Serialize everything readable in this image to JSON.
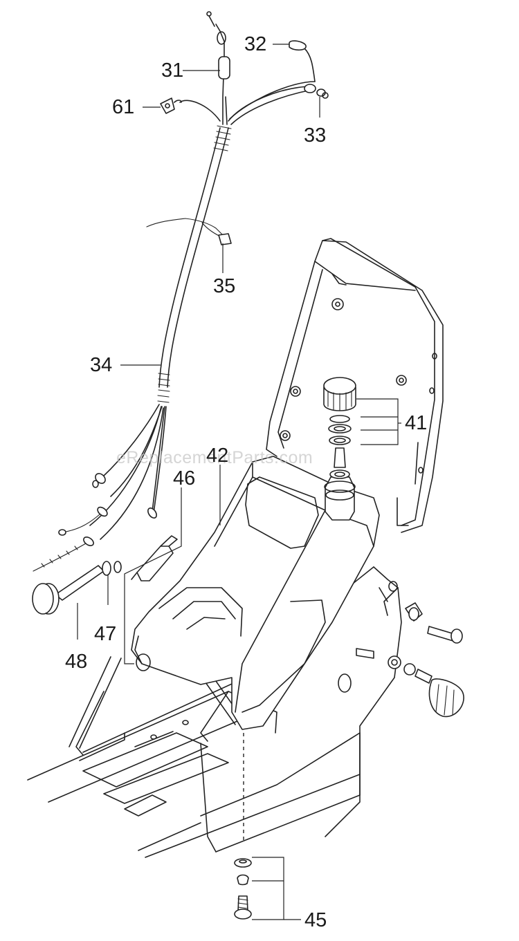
{
  "callouts": {
    "c31": "31",
    "c32": "32",
    "c33": "33",
    "c61": "61",
    "c35": "35",
    "c34": "34",
    "c41": "41",
    "c42": "42",
    "c46": "46",
    "c47": "47",
    "c48": "48",
    "c45": "45"
  },
  "watermark": "eReplacementParts.com"
}
